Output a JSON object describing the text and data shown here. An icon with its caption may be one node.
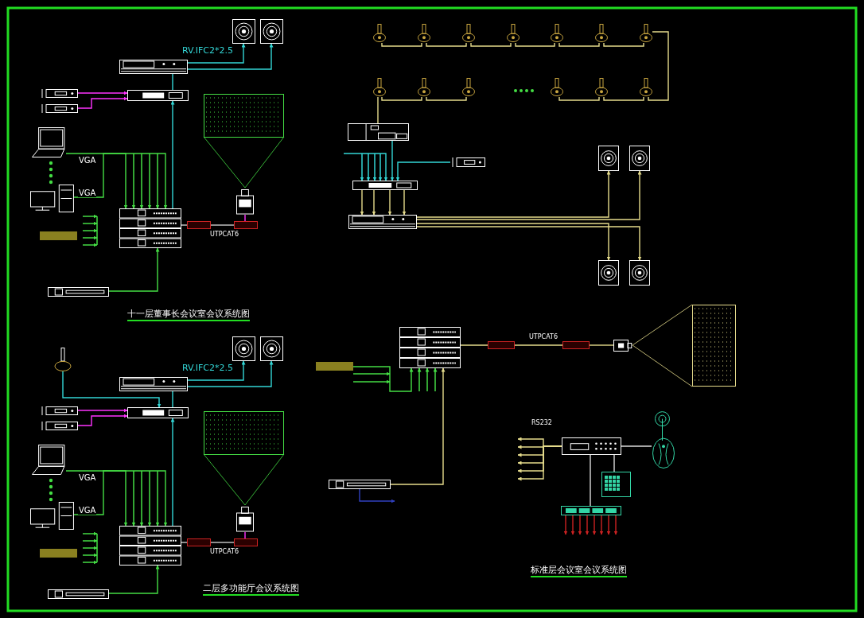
{
  "diagram": {
    "nodes": [
      {
        "text": [],
        "shape": "picture"
      },
      {
        "text": [],
        "shape": "picture"
      },
      {
        "text": [],
        "shape": "picture"
      },
      {
        "text": [],
        "shape": "picture"
      },
      {
        "text": [],
        "shape": "picture"
      },
      {
        "text": [],
        "shape": "picture"
      },
      {
        "text": [],
        "shape": "picture"
      },
      {
        "text": [],
        "shape": "picture"
      },
      {
        "text": [],
        "shape": "picture"
      },
      {
        "text": [],
        "shape": "box"
      },
      {
        "text": [],
        "shape": "picture"
      },
      {
        "text": [],
        "shape": "box"
      },
      {
        "text": [],
        "shape": "box"
      },
      {
        "text": [],
        "shape": "picture"
      },
      {
        "text": [],
        "shape": "box"
      },
      {
        "text": [],
        "shape": "picture"
      },
      {
        "text": [],
        "shape": "picture"
      },
      {
        "text": [],
        "shape": "picture"
      },
      {
        "text": [],
        "shape": "picture"
      },
      {
        "text": [],
        "shape": "picture"
      },
      {
        "text": [],
        "shape": "picture"
      },
      {
        "text": [],
        "shape": "picture"
      },
      {
        "text": [],
        "shape": "picture"
      },
      {
        "text": [],
        "shape": "picture"
      },
      {
        "text": [],
        "shape": "picture"
      },
      {
        "text": [],
        "shape": "box"
      },
      {
        "text": [],
        "shape": "picture"
      },
      {
        "text": [],
        "shape": "box"
      },
      {
        "text": [],
        "shape": "box"
      },
      {
        "text": [],
        "shape": "picture"
      },
      {
        "text": [],
        "shape": "box"
      },
      {
        "text": [],
        "shape": "picture"
      },
      {
        "text": [],
        "shape": "picture"
      },
      {
        "text": [],
        "shape": "picture"
      },
      {
        "text": [],
        "shape": "picture"
      },
      {
        "text": [],
        "shape": "picture"
      },
      {
        "text": [],
        "shape": "picture"
      },
      {
        "text": [],
        "shape": "picture"
      },
      {
        "text": [],
        "shape": "picture"
      },
      {
        "text": [],
        "shape": "picture"
      },
      {
        "text": [],
        "shape": "picture"
      },
      {
        "text": [],
        "shape": "picture"
      },
      {
        "text": [],
        "shape": "picture"
      },
      {
        "text": [],
        "shape": "picture"
      },
      {
        "text": [],
        "shape": "picture"
      },
      {
        "text": [],
        "shape": "picture"
      },
      {
        "text": [],
        "shape": "picture"
      },
      {
        "text": [],
        "shape": "picture"
      },
      {
        "text": [],
        "shape": "picture"
      },
      {
        "text": [],
        "shape": "picture"
      },
      {
        "text": [],
        "shape": "picture"
      },
      {
        "text": [],
        "shape": "picture"
      },
      {
        "text": [],
        "shape": "picture"
      },
      {
        "text": [],
        "shape": "box"
      },
      {
        "text": [],
        "shape": "box"
      },
      {
        "text": [],
        "shape": "box"
      },
      {
        "text": [],
        "shape": "picture"
      },
      {
        "text": [],
        "shape": "box"
      },
      {
        "text": [],
        "shape": "picture"
      },
      {
        "text": [],
        "shape": "picture"
      },
      {
        "text": [],
        "shape": "picture"
      },
      {
        "text": [],
        "shape": "picture"
      },
      {
        "text": [],
        "shape": "picture"
      }
    ],
    "edges": [
      {
        "from": 2,
        "to": 0,
        "arrow": "to",
        "color": "#33d6d6",
        "label": "RV.IFC2*2.5"
      },
      {
        "from": 2,
        "to": 1,
        "arrow": "to",
        "color": "#33d6d6"
      },
      {
        "from": 3,
        "to": 5,
        "arrow": "to",
        "color": "#ff33ff"
      },
      {
        "from": 4,
        "to": 5,
        "arrow": "to",
        "color": "#ff33ff"
      },
      {
        "from": 8,
        "to": 5,
        "arrow": "to",
        "color": "#33d6d6"
      },
      {
        "from": 5,
        "to": 2,
        "arrow": "none",
        "color": "#33d6d6"
      },
      {
        "from": 6,
        "to": 8,
        "arrow": "to",
        "color": "#44dd44",
        "label": "VGA"
      },
      {
        "from": 7,
        "to": 8,
        "arrow": "to",
        "color": "#44dd44",
        "label": "VGA"
      },
      {
        "from": 8,
        "to": 11,
        "arrow": "none",
        "color": "#cccccc"
      },
      {
        "from": 11,
        "to": 12,
        "arrow": "none",
        "color": "#cccccc",
        "label": "UTPCAT6"
      },
      {
        "from": 12,
        "to": 10,
        "arrow": "none",
        "color": "#ff33ff"
      },
      {
        "from": 13,
        "to": 8,
        "arrow": "to",
        "color": "#44dd44"
      },
      {
        "from": 18,
        "to": 16,
        "arrow": "to",
        "color": "#33d6d6",
        "label": "RV.IFC2*2.5"
      },
      {
        "from": 18,
        "to": 17,
        "arrow": "to",
        "color": "#33d6d6"
      },
      {
        "from": 19,
        "to": 21,
        "arrow": "to",
        "color": "#ff33ff"
      },
      {
        "from": 20,
        "to": 21,
        "arrow": "to",
        "color": "#ff33ff"
      },
      {
        "from": 24,
        "to": 21,
        "arrow": "to",
        "color": "#33d6d6"
      },
      {
        "from": 21,
        "to": 18,
        "arrow": "none",
        "color": "#33d6d6"
      },
      {
        "from": 22,
        "to": 24,
        "arrow": "to",
        "color": "#44dd44",
        "label": "VGA"
      },
      {
        "from": 23,
        "to": 24,
        "arrow": "to",
        "color": "#44dd44",
        "label": "VGA"
      },
      {
        "from": 24,
        "to": 27,
        "arrow": "none",
        "color": "#cccccc"
      },
      {
        "from": 27,
        "to": 28,
        "arrow": "none",
        "color": "#cccccc",
        "label": "UTPCAT6"
      },
      {
        "from": 28,
        "to": 26,
        "arrow": "none",
        "color": "#ff33ff"
      },
      {
        "from": 29,
        "to": 24,
        "arrow": "to",
        "color": "#44dd44"
      },
      {
        "from": 15,
        "to": 21,
        "arrow": "to",
        "color": "#33d6d6"
      },
      {
        "from": 31,
        "to": 32,
        "arrow": "none"
      },
      {
        "from": 32,
        "to": 33,
        "arrow": "none"
      },
      {
        "from": 33,
        "to": 34,
        "arrow": "none"
      },
      {
        "from": 34,
        "to": 35,
        "arrow": "none"
      },
      {
        "from": 35,
        "to": 36,
        "arrow": "none"
      },
      {
        "from": 36,
        "to": 37,
        "arrow": "none"
      },
      {
        "from": 37,
        "to": 43,
        "arrow": "none"
      },
      {
        "from": 43,
        "to": 42,
        "arrow": "none"
      },
      {
        "from": 42,
        "to": 41,
        "arrow": "none"
      },
      {
        "from": 38,
        "to": 39,
        "arrow": "none"
      },
      {
        "from": 39,
        "to": 40,
        "arrow": "none"
      },
      {
        "from": 44,
        "to": 38,
        "arrow": "none"
      },
      {
        "from": 44,
        "to": 45,
        "arrow": "to",
        "color": "#33d6d6"
      },
      {
        "from": 46,
        "to": 45,
        "arrow": "to",
        "color": "#33d6d6"
      },
      {
        "from": null,
        "to": 45,
        "arrow": "to",
        "color": "#33d6d6"
      },
      {
        "from": 45,
        "to": 47,
        "arrow": "to"
      },
      {
        "from": 45,
        "to": 47,
        "arrow": "to"
      },
      {
        "from": 45,
        "to": 47,
        "arrow": "to"
      },
      {
        "from": 45,
        "to": 47,
        "arrow": "to"
      },
      {
        "from": 47,
        "to": 48,
        "arrow": "to"
      },
      {
        "from": 47,
        "to": 49,
        "arrow": "to"
      },
      {
        "from": 47,
        "to": 50,
        "arrow": "to"
      },
      {
        "from": 47,
        "to": 51,
        "arrow": "to"
      },
      {
        "from": 52,
        "to": 54,
        "arrow": "none"
      },
      {
        "from": 54,
        "to": 55,
        "arrow": "none",
        "label": "UTPCAT6"
      },
      {
        "from": 55,
        "to": 56,
        "arrow": "none"
      },
      {
        "from": 53,
        "to": 52,
        "arrow": "to",
        "color": "#44dd44"
      },
      {
        "from": 58,
        "to": 52,
        "arrow": "to"
      },
      {
        "from": 58,
        "to": null,
        "arrow": "to",
        "color": "#3040c0"
      },
      {
        "from": 59,
        "to": null,
        "arrow": "to"
      },
      {
        "from": 59,
        "to": null,
        "arrow": "to"
      },
      {
        "from": 59,
        "to": null,
        "arrow": "to"
      },
      {
        "from": 59,
        "to": null,
        "arrow": "to"
      },
      {
        "from": 59,
        "to": null,
        "arrow": "to"
      },
      {
        "from": 59,
        "to": null,
        "arrow": "to"
      },
      {
        "from": 59,
        "to": 60,
        "arrow": "none",
        "color": "#dddddd"
      },
      {
        "from": 59,
        "to": 61,
        "arrow": "none",
        "color": "#dddddd"
      },
      {
        "from": 59,
        "to": 62,
        "arrow": "none",
        "color": "#dddddd"
      },
      {
        "from": 62,
        "to": null,
        "arrow": "to",
        "color": "#cc2222"
      },
      {
        "from": 62,
        "to": null,
        "arrow": "to",
        "color": "#cc2222"
      },
      {
        "from": 62,
        "to": null,
        "arrow": "to",
        "color": "#cc2222"
      },
      {
        "from": 62,
        "to": null,
        "arrow": "to",
        "color": "#cc2222"
      },
      {
        "from": 62,
        "to": null,
        "arrow": "to",
        "color": "#cc2222"
      },
      {
        "from": 62,
        "to": null,
        "arrow": "to",
        "color": "#cc2222"
      },
      {
        "from": 62,
        "to": null,
        "arrow": "to",
        "color": "#cc2222"
      },
      {
        "from": 62,
        "to": null,
        "arrow": "to",
        "color": "#cc2222"
      }
    ],
    "labels": [
      "十一层董事长会议室会议系统图",
      "二层多功能厅会议系统图",
      "RS232",
      "标准层会议室会议系统图"
    ]
  }
}
